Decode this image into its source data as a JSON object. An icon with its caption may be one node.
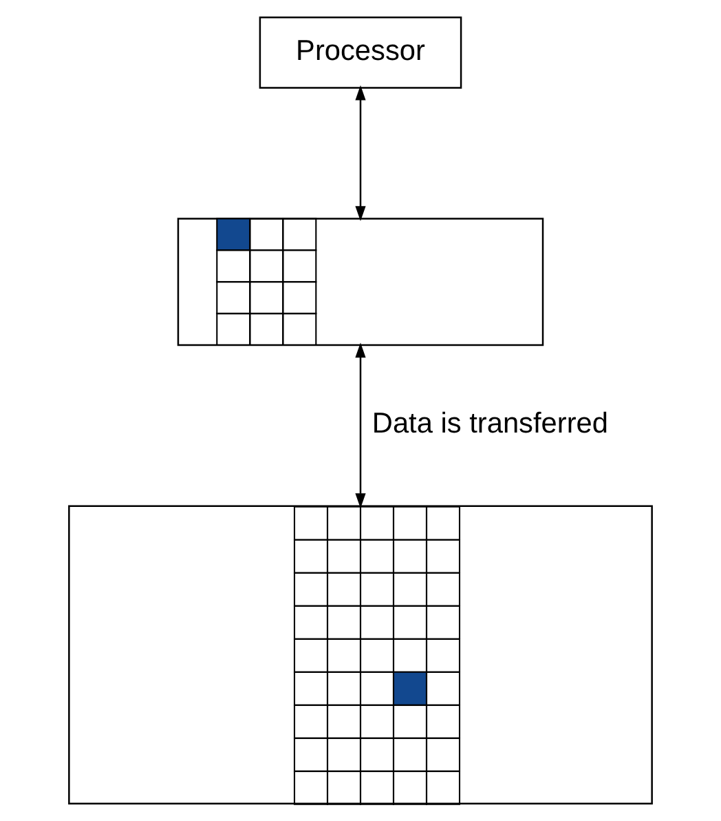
{
  "diagram": {
    "nodes": [
      {
        "text": [
          "Processor"
        ]
      },
      {
        "text": [],
        "shape": "box"
      },
      {
        "text": [],
        "shape": "box"
      }
    ],
    "edges": [
      {
        "from": 0,
        "to": 1,
        "arrow": "both"
      },
      {
        "from": 1,
        "to": 2,
        "arrow": "both",
        "label": "Data is transferred"
      }
    ]
  }
}
